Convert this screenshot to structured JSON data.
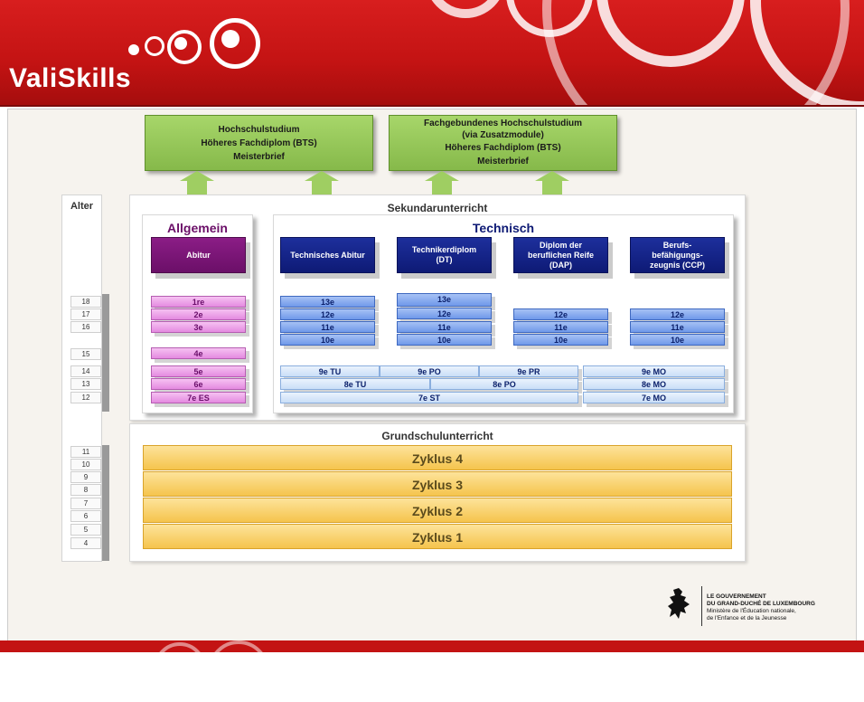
{
  "logo": {
    "text": "ValiSkills"
  },
  "top_boxes": [
    {
      "lines": [
        "Hochschulstudium",
        "Höheres Fachdiplom (BTS)",
        "Meisterbrief"
      ]
    },
    {
      "lines": [
        "Fachgebundenes Hochschulstudium",
        "(via Zusatzmodule)",
        "Höheres Fachdiplom (BTS)",
        "Meisterbrief"
      ]
    }
  ],
  "age_header": "Alter",
  "ages": [
    "18",
    "17",
    "16",
    "15",
    "14",
    "13",
    "12",
    "11",
    "10",
    "9",
    "8",
    "7",
    "6",
    "5",
    "4"
  ],
  "secondary": {
    "title": "Sekundarunterricht",
    "general": {
      "title": "Allgemein",
      "degree": "Abitur",
      "grades": [
        "1re",
        "2e",
        "3e",
        "4e",
        "5e",
        "6e",
        "7e ES"
      ]
    },
    "technical": {
      "title": "Technisch",
      "degrees": [
        {
          "l1": "Technisches Abitur",
          "l2": "",
          "l3": ""
        },
        {
          "l1": "Technikerdiplom",
          "l2": "(DT)",
          "l3": ""
        },
        {
          "l1": "Diplom der",
          "l2": "beruflichen Reife",
          "l3": "(DAP)"
        },
        {
          "l1": "Berufs-",
          "l2": "befähigungs-",
          "l3": "zeugnis (CCP)"
        }
      ],
      "col1": [
        "13e",
        "12e",
        "11e",
        "10e"
      ],
      "col2": [
        "13e",
        "12e",
        "11e",
        "10e"
      ],
      "col3": [
        "12e",
        "11e",
        "10e"
      ],
      "col4": [
        "12e",
        "11e",
        "10e"
      ],
      "row9": [
        "9e TU",
        "9e PO",
        "9e PR",
        "9e MO"
      ],
      "row8": [
        "8e TU",
        "8e PO",
        "8e MO"
      ],
      "row7": [
        "7e ST",
        "7e MO"
      ]
    }
  },
  "primary": {
    "title": "Grundschulunterricht",
    "cycles": [
      "Zyklus 4",
      "Zyklus 3",
      "Zyklus 2",
      "Zyklus 1"
    ]
  },
  "footer_logo": {
    "l1": "LE GOUVERNEMENT",
    "l2": "DU GRAND-DUCHÉ DE LUXEMBOURG",
    "l3": "Ministère de l'Éducation nationale,",
    "l4": "de l'Enfance et de la Jeunesse"
  },
  "colors": {
    "header_red": "#c31313",
    "green": "#8fc453",
    "navy": "#0e1a75",
    "purple": "#6b0f68",
    "yellow": "#f5c44d"
  }
}
